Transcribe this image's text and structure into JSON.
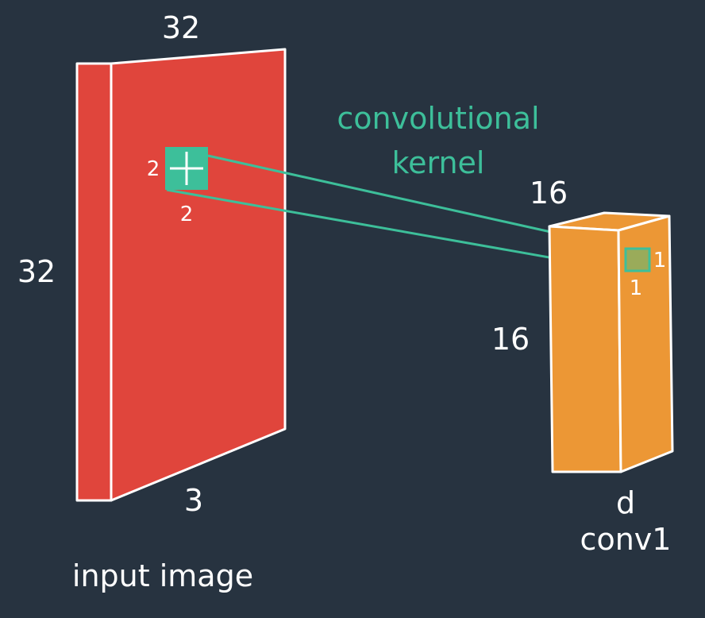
{
  "input_block": {
    "width_label": "32",
    "height_label": "32",
    "depth_label": "3",
    "caption": "input image",
    "color": "#e0453c"
  },
  "kernel": {
    "title_line1": "convolutional",
    "title_line2": "kernel",
    "width_label": "2",
    "height_label": "2",
    "color": "#3dbf9a"
  },
  "output_block": {
    "width_label": "16",
    "height_label": "16",
    "depth_label": "d",
    "caption": "conv1",
    "cell_width_label": "1",
    "cell_height_label": "1",
    "color": "#ec9735"
  }
}
